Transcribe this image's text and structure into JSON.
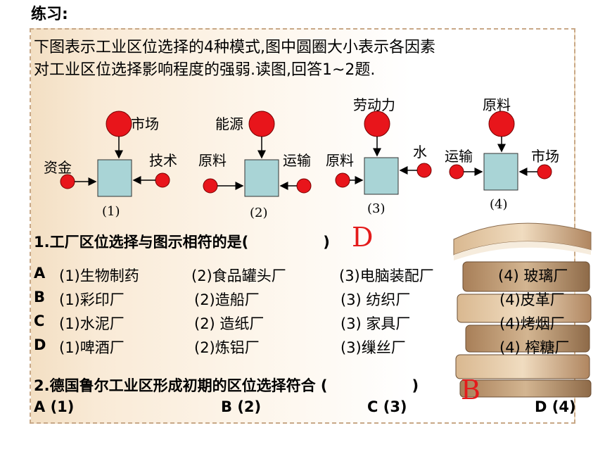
{
  "title": "练习:",
  "intro": {
    "line1": "下图表示工业区位选择的4种模式,图中圆圈大小表示各因素",
    "line2": "对工业区位选择影响程度的强弱.读图,回答1~2题."
  },
  "diagram": {
    "m1": {
      "top": "市场",
      "left": "资金",
      "right": "技术",
      "num": "(1)"
    },
    "m2": {
      "top": "能源",
      "left": "原料",
      "right": "运输",
      "num": "(2)"
    },
    "m3": {
      "top": "劳动力",
      "left": "原料",
      "right": "水",
      "num": "(3)"
    },
    "m4": {
      "top": "原料",
      "left": "运输",
      "right": "市场",
      "num": "(4)"
    }
  },
  "q1": {
    "stem": "1.工厂区位选择与图示相符的是(",
    "close": ")",
    "answer": "D",
    "options": [
      {
        "letter": "A",
        "c1": "(1)生物制药",
        "c2": "(2)食品罐头厂",
        "c3": "(3)电脑装配厂",
        "c4": "(4) 玻璃厂"
      },
      {
        "letter": "B",
        "c1": "(1)彩印厂",
        "c2": "(2)造船厂",
        "c3": "(3) 纺织厂",
        "c4": "(4)皮革厂"
      },
      {
        "letter": "C",
        "c1": "(1)水泥厂",
        "c2": "(2) 造纸厂",
        "c3": "(3) 家具厂",
        "c4": "(4)烤烟厂"
      },
      {
        "letter": "D",
        "c1": "(1)啤酒厂",
        "c2": "(2)炼铝厂",
        "c3": "(3)缫丝厂",
        "c4": "(4) 榨糖厂"
      }
    ]
  },
  "q2": {
    "stem": "2.德国鲁尔工业区形成初期的区位选择符合 (",
    "close": ")",
    "answer": "B",
    "options": [
      "A (1)",
      "B (2)",
      "C (3)",
      "D (4)"
    ]
  },
  "colors": {
    "circle": "#e8151b",
    "box": "#a9d4d6",
    "answer": "#e41b1b"
  }
}
